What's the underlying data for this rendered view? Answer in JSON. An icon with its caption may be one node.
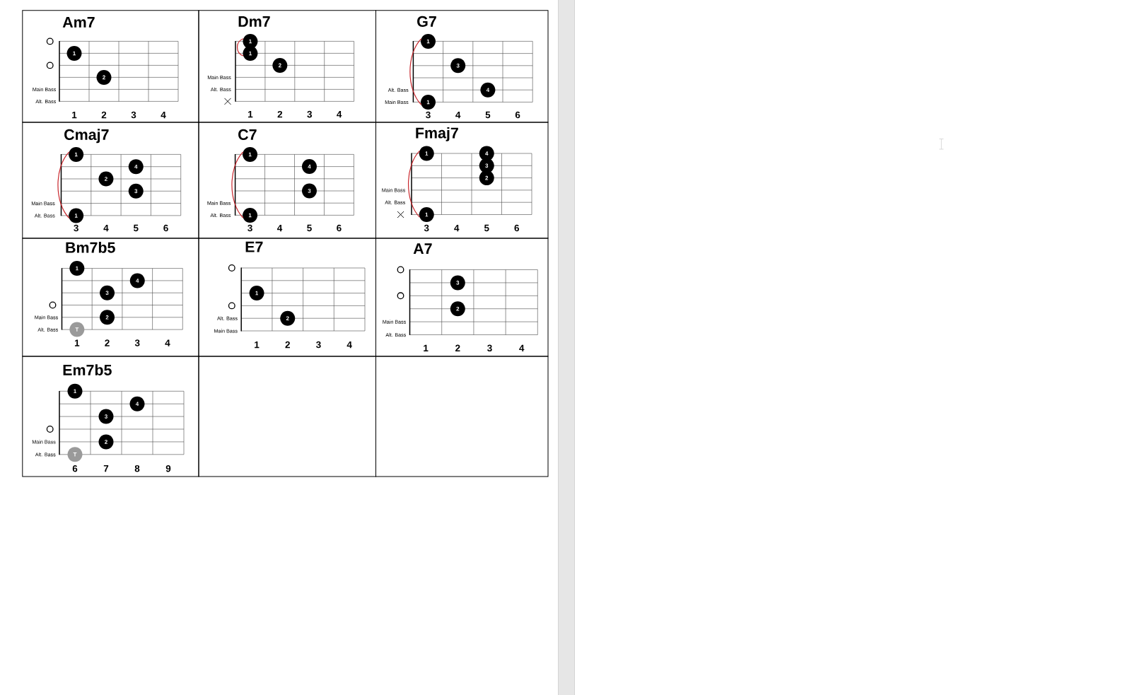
{
  "diagram": {
    "nodes": [
      {
        "text": [
          "Am7",
          "Main Bass",
          "Alt. Bass",
          "1",
          "2",
          "3",
          "4"
        ]
      },
      {
        "text": [
          "1"
        ],
        "in": 0
      },
      {
        "text": [
          "2"
        ],
        "in": 0
      },
      {
        "text": [
          "Dm7",
          "Main Bass",
          "Alt. Bass",
          "1",
          "2",
          "3",
          "4"
        ]
      },
      {
        "text": [
          "1"
        ],
        "in": 3
      },
      {
        "text": [
          "1"
        ],
        "in": 3
      },
      {
        "text": [
          "2"
        ],
        "in": 3
      },
      {
        "text": [
          "G7",
          "Alt. Bass",
          "Main Bass",
          "3",
          "4",
          "5",
          "6"
        ]
      },
      {
        "text": [
          "1"
        ],
        "in": 7
      },
      {
        "text": [
          "3"
        ],
        "in": 7
      },
      {
        "text": [
          "4"
        ],
        "in": 7
      },
      {
        "text": [
          "1"
        ],
        "in": 7
      },
      {
        "text": [
          "Cmaj7",
          "Main Bass",
          "Alt. Bass",
          "3",
          "4",
          "5",
          "6"
        ]
      },
      {
        "text": [
          "1"
        ],
        "in": 12
      },
      {
        "text": [
          "4"
        ],
        "in": 12
      },
      {
        "text": [
          "2"
        ],
        "in": 12
      },
      {
        "text": [
          "3"
        ],
        "in": 12
      },
      {
        "text": [
          "1"
        ],
        "in": 12
      },
      {
        "text": [
          "C7",
          "Main Bass",
          "Alt. Bass",
          "3",
          "4",
          "5",
          "6"
        ]
      },
      {
        "text": [
          "1"
        ],
        "in": 18
      },
      {
        "text": [
          "4"
        ],
        "in": 18
      },
      {
        "text": [
          "3"
        ],
        "in": 18
      },
      {
        "text": [
          "1"
        ],
        "in": 18
      },
      {
        "text": [
          "Fmaj7",
          "Main Bass",
          "Alt. Bass",
          "3",
          "4",
          "5",
          "6"
        ]
      },
      {
        "text": [
          "1"
        ],
        "in": 23
      },
      {
        "text": [
          "4"
        ],
        "in": 23
      },
      {
        "text": [
          "3"
        ],
        "in": 23
      },
      {
        "text": [
          "2"
        ],
        "in": 23
      },
      {
        "text": [
          "1"
        ],
        "in": 23
      },
      {
        "text": [
          "Bm7b5",
          "Main Bass",
          "Alt. Bass",
          "1",
          "2",
          "3",
          "4"
        ]
      },
      {
        "text": [
          "1"
        ],
        "in": 29
      },
      {
        "text": [
          "4"
        ],
        "in": 29
      },
      {
        "text": [
          "3"
        ],
        "in": 29
      },
      {
        "text": [
          "2"
        ],
        "in": 29
      },
      {
        "text": [
          "T"
        ],
        "in": 29
      },
      {
        "text": [
          "E7",
          "Alt. Bass",
          "Main Bass",
          "1",
          "2",
          "3",
          "4"
        ]
      },
      {
        "text": [
          "1"
        ],
        "in": 35
      },
      {
        "text": [
          "2"
        ],
        "in": 35
      },
      {
        "text": [
          "A7",
          "Main Bass",
          "Alt. Bass",
          "1",
          "2",
          "3",
          "4"
        ]
      },
      {
        "text": [
          "3"
        ],
        "in": 38
      },
      {
        "text": [
          "2"
        ],
        "in": 38
      },
      {
        "text": [
          "Em7b5",
          "Main Bass",
          "Alt. Bass",
          "6",
          "7",
          "8",
          "9"
        ]
      },
      {
        "text": [
          "1"
        ],
        "in": 41
      },
      {
        "text": [
          "4"
        ],
        "in": 41
      },
      {
        "text": [
          "3"
        ],
        "in": 41
      },
      {
        "text": [
          "2"
        ],
        "in": 41
      },
      {
        "text": [
          "T"
        ],
        "in": 41
      },
      {
        "text": [],
        "shape": "box"
      },
      {
        "text": [],
        "shape": "box"
      }
    ],
    "edges": [
      {
        "from": 4,
        "to": 5,
        "arrow": "none"
      },
      {
        "from": 8,
        "to": 11,
        "arrow": "none"
      },
      {
        "from": 13,
        "to": 17,
        "arrow": "none"
      },
      {
        "from": 19,
        "to": 22,
        "arrow": "none"
      },
      {
        "from": 24,
        "to": 28,
        "arrow": "none"
      }
    ]
  }
}
